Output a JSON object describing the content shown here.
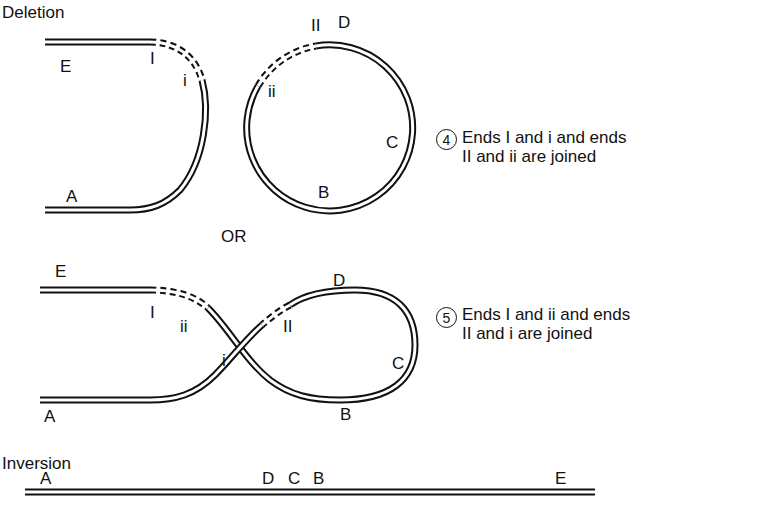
{
  "diagram": {
    "nodes": [
      {
        "text": [
          "4"
        ]
      },
      {
        "text": [
          "5"
        ]
      }
    ],
    "labels": [
      "Deletion",
      "E",
      "I",
      "i",
      "II",
      "D",
      "ii",
      "C",
      "Ends I and i and ends II and ii are joined",
      "A",
      "B",
      "OR",
      "E",
      "D",
      "I",
      "ii",
      "i",
      "II",
      "C",
      "Ends I and ii and ends II and i are joined",
      "A",
      "B",
      "Inversion",
      "A",
      "D",
      "C",
      "B",
      "E"
    ]
  }
}
